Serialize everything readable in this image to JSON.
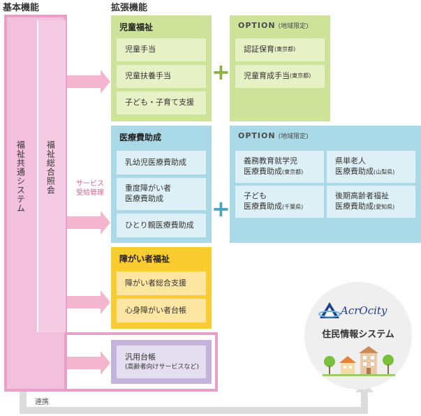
{
  "headings": {
    "basic": "基本機能",
    "extended": "拡張機能"
  },
  "columns": {
    "common": "福祉共通システム",
    "inquiry": "福祉総合照会"
  },
  "service_label": [
    "サービス",
    "受給管理"
  ],
  "groups": {
    "child": {
      "title": "児童福祉",
      "items": [
        "児童手当",
        "児童扶養手当",
        "子ども・子育て支援"
      ],
      "option": {
        "title": "OPTION",
        "sub": "(地域限定)",
        "items": [
          {
            "main": "認証保育",
            "small": "(東京都)"
          },
          {
            "main": "児童育成手当",
            "small": "(東京都)"
          }
        ]
      }
    },
    "medical": {
      "title": "医療費助成",
      "items": [
        {
          "lines": [
            "乳幼児医療費助成"
          ]
        },
        {
          "lines": [
            "重度障がい者",
            "医療費助成"
          ]
        },
        {
          "lines": [
            "ひとり親医療費助成"
          ]
        }
      ],
      "option": {
        "title": "OPTION",
        "sub": "(地域限定)",
        "items": [
          {
            "line1": "義務教育就学児",
            "line2": "医療費助成",
            "small": "(東京都)"
          },
          {
            "line1": "県単老人",
            "line2": "医療費助成",
            "small": "(山梨県)"
          },
          {
            "line1": "子ども",
            "line2": "医療費助成",
            "small": "(千葉県)"
          },
          {
            "line1": "後期高齢者福祉",
            "line2": "医療費助成",
            "small": "(愛知県)"
          }
        ]
      }
    },
    "disability": {
      "title": "障がい者福祉",
      "items": [
        "障がい者総合支援",
        "心身障がい者台帳"
      ]
    },
    "general": {
      "main": "汎用台帳",
      "sub": "(高齢者向けサービスなど)"
    }
  },
  "resident": {
    "brand": "AcrOcity",
    "title": "住民情報システム"
  },
  "link_label": "連携",
  "colors": {
    "pink_frame": "#e89fc9",
    "pink_fill": "#f2bfdd",
    "arrow_pink": "#f4b6cf",
    "green": "#cde39a",
    "green_item": "#e7f1c6",
    "blue": "#a9d9e6",
    "blue_item": "#ddf0f5",
    "yellow": "#fbcc2f",
    "yellow_item": "#fde6a1",
    "purple": "#c4b4dc",
    "purple_item": "#e5ddf0",
    "plus_green": "#8cb043",
    "plus_blue": "#4aa3bb",
    "gray": "#d9d9d9"
  }
}
